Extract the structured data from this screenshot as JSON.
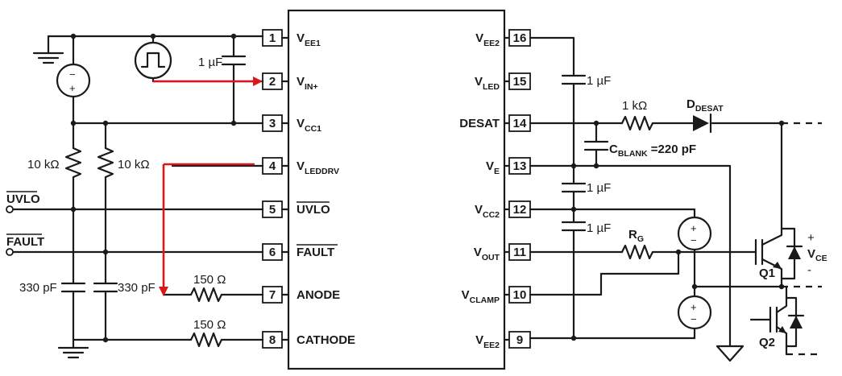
{
  "chip": {
    "left_pins": [
      {
        "num": "1",
        "base": "V",
        "sub": "EE1",
        "overbar": false
      },
      {
        "num": "2",
        "base": "V",
        "sub": "IN+",
        "overbar": false
      },
      {
        "num": "3",
        "base": "V",
        "sub": "CC1",
        "overbar": false
      },
      {
        "num": "4",
        "base": "V",
        "sub": "LEDDRV",
        "overbar": false
      },
      {
        "num": "5",
        "base": "UVLO",
        "sub": "",
        "overbar": true
      },
      {
        "num": "6",
        "base": "FAULT",
        "sub": "",
        "overbar": true
      },
      {
        "num": "7",
        "base": "ANODE",
        "sub": "",
        "overbar": false
      },
      {
        "num": "8",
        "base": "CATHODE",
        "sub": "",
        "overbar": false
      }
    ],
    "right_pins": [
      {
        "num": "16",
        "base": "V",
        "sub": "EE2"
      },
      {
        "num": "15",
        "base": "V",
        "sub": "LED"
      },
      {
        "num": "14",
        "base": "DESAT",
        "sub": ""
      },
      {
        "num": "13",
        "base": "V",
        "sub": "E"
      },
      {
        "num": "12",
        "base": "V",
        "sub": "CC2"
      },
      {
        "num": "11",
        "base": "V",
        "sub": "OUT"
      },
      {
        "num": "10",
        "base": "V",
        "sub": "CLAMP"
      },
      {
        "num": "9",
        "base": "V",
        "sub": "EE2"
      }
    ]
  },
  "components": {
    "cap_input": "1 µF",
    "res_left_1": "10 kΩ",
    "res_left_2": "10 kΩ",
    "cap_bottom_1": "330 pF",
    "cap_bottom_2": "330 pF",
    "res_anode": "150 Ω",
    "res_cathode": "150 Ω",
    "cap_vled": "1 µF",
    "res_desat": "1 kΩ",
    "diode_base": "D",
    "diode_sub": "DESAT",
    "cblank_base": "C",
    "cblank_sub": "BLANK",
    "cblank_val": " =220 pF",
    "cap_ve": "1 µF",
    "cap_vcc2": "1 µF",
    "rg_base": "R",
    "rg_sub": "G",
    "q1": "Q1",
    "q2": "Q2",
    "vce_plus": "+",
    "vce_base": "V",
    "vce_sub": "CE",
    "vce_minus": "-"
  },
  "ext_labels": {
    "uvlo": "UVLO",
    "fault": "FAULT"
  },
  "symbols": {
    "plus": "+",
    "minus": "−"
  }
}
